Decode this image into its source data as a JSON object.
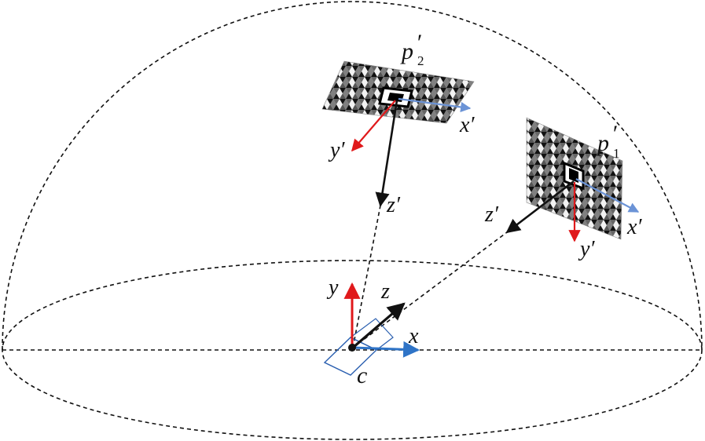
{
  "colors": {
    "outline": "#111111",
    "axis_red": "#e0191b",
    "axis_blue": "#2f74c7",
    "axis_light_blue": "#6b93d6",
    "axis_black": "#111111",
    "camera_outline": "#2a5fb0"
  },
  "labels": {
    "camera_center": "c",
    "cam_x": "x",
    "cam_y": "y",
    "cam_z": "z",
    "p1_base": "p",
    "p1_sub": "1",
    "p2_base": "p",
    "p2_sub": "2",
    "prime": "′",
    "p1_x": "x′",
    "p1_y": "y′",
    "p1_z": "z′",
    "p2_x": "x′",
    "p2_y": "y′",
    "p2_z": "z′"
  }
}
